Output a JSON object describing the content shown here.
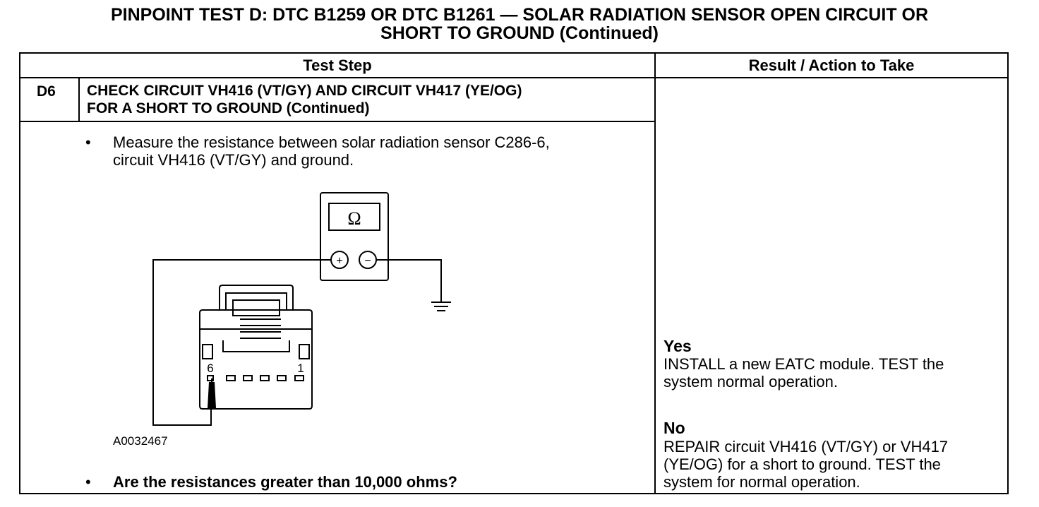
{
  "title": {
    "line1": "PINPOINT TEST  D: DTC B1259 OR DTC B1261 — SOLAR RADIATION SENSOR OPEN CIRCUIT OR",
    "line2": "SHORT TO GROUND (Continued)"
  },
  "table": {
    "col_test_step": "Test Step",
    "col_result": "Result / Action to Take"
  },
  "step": {
    "id": "D6",
    "title_line1": "CHECK CIRCUIT VH416 (VT/GY) AND CIRCUIT VH417 (YE/OG)",
    "title_line2": "FOR A SHORT TO GROUND (Continued)",
    "bullet": "•",
    "instruction_line1": "Measure the resistance between solar radiation sensor C286-6,",
    "instruction_line2": "circuit VH416 (VT/GY) and ground.",
    "question": "Are the resistances greater than 10,000 ohms?"
  },
  "figure": {
    "meter_symbol": "Ω",
    "plus": "+",
    "minus": "−",
    "pin_left": "6",
    "pin_right": "1",
    "figure_id": "A0032467",
    "icons": [
      "ohmmeter-icon",
      "ground-symbol-icon",
      "connector-icon",
      "probe-icon"
    ]
  },
  "results": {
    "yes_label": "Yes",
    "yes_line1": "INSTALL a new EATC module.  TEST the",
    "yes_line2": "system normal operation.",
    "no_label": "No",
    "no_line1": "REPAIR circuit VH416 (VT/GY) or VH417",
    "no_line2": "(YE/OG) for a short to ground. TEST the",
    "no_line3": "system for normal operation."
  }
}
